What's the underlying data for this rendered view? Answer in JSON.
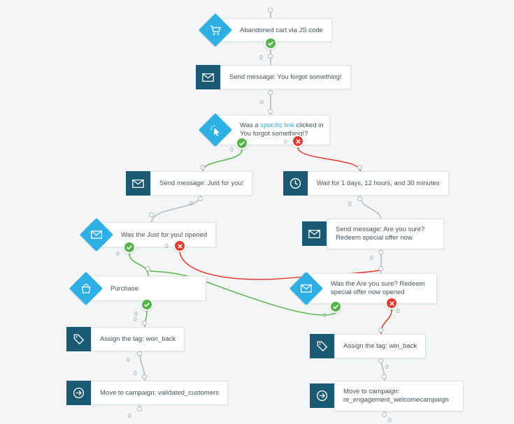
{
  "counts": {
    "zero": "0"
  },
  "colors": {
    "canvas_bg": "#f3f5f6",
    "trigger_blue": "#2eb0e4",
    "action_teal": "#1a5a72",
    "success_green": "#56b54a",
    "failure_red": "#e23c2e",
    "connector_gray": "#b0b9bf",
    "link_text": "#2eb0e4"
  },
  "icons": {
    "trigger": "cart-icon",
    "send": "envelope-icon",
    "link_check": "click-icon",
    "wait": "clock-icon",
    "opened": "envelope-icon",
    "purchase": "bag-icon",
    "tag": "tag-icon",
    "move": "arrow-right-circle-icon",
    "success": "check-icon",
    "failure": "x-icon"
  },
  "nodes": {
    "trigger": {
      "label": "Abandoned cart via JS code"
    },
    "send_forgot": {
      "label": "Send message: You forgot something!"
    },
    "link_check": {
      "pre": "Was a ",
      "link": "specific link",
      "post": " clicked in You forgot something!?"
    },
    "send_just": {
      "label": "Send message: Just for you!"
    },
    "wait": {
      "label": "Wait for 1 days, 12 hours, and 30 minutes"
    },
    "opened_just": {
      "label": "Was the Just for you! opened"
    },
    "send_sure": {
      "label": "Send message: Are you sure? Redeem special offer now"
    },
    "purchase": {
      "label": "Purchase"
    },
    "opened_sure": {
      "label": "Was the Are you sure? Redeem special offer now opened"
    },
    "tag_won": {
      "label": "Assign the tag: won_back"
    },
    "tag_win": {
      "label": "Assign the tag: win_back"
    },
    "move_validated": {
      "label": "Move to campaign: validated_customers"
    },
    "move_reengage": {
      "line1": "Move to campaign:",
      "line2": "re_engagement_welcomecampaign"
    }
  }
}
